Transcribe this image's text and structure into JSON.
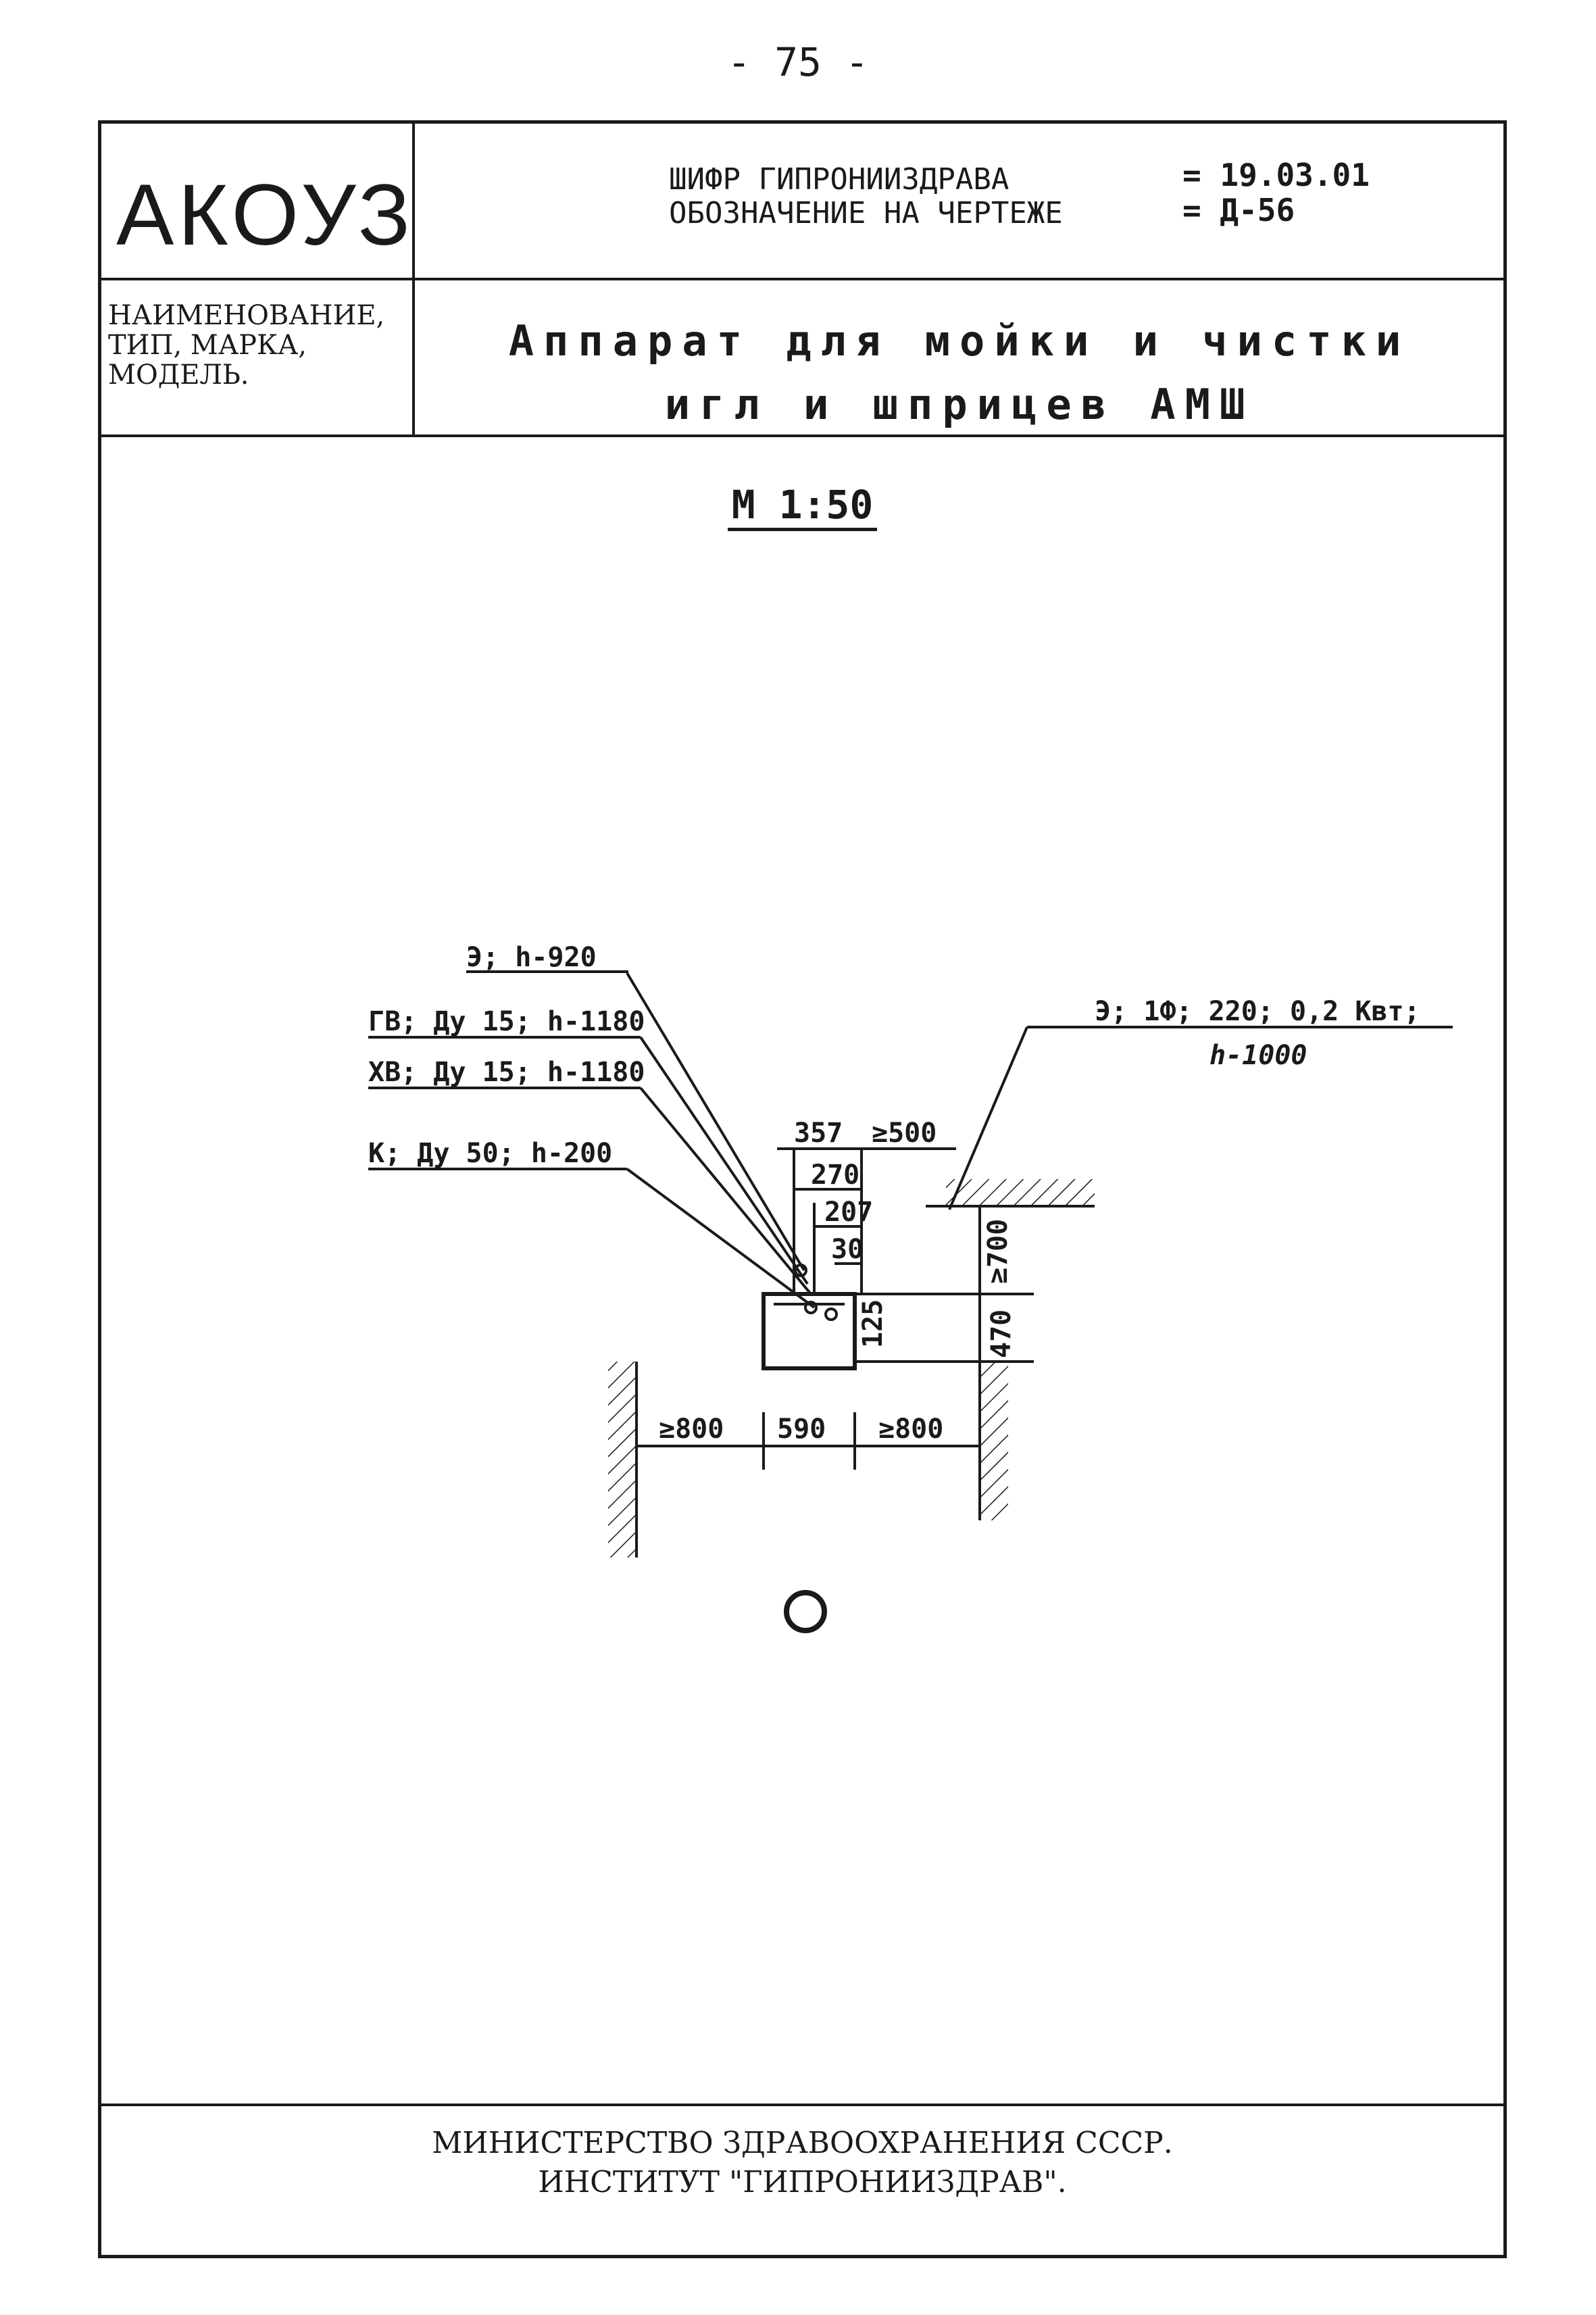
{
  "page": {
    "number": "- 75 -"
  },
  "header": {
    "brand": "АКОУЗ",
    "cipher_line1": "ШИФР ГИПРОНИИЗДРАВА",
    "cipher_line2": "ОБОЗНАЧЕНИЕ НА ЧЕРТЕЖЕ",
    "cipher_value1": "= 19.03.01",
    "cipher_value2": "= Д-56"
  },
  "naming": {
    "label_line1": "НАИМЕНОВАНИЕ,",
    "label_line2": "ТИП, МАРКА,",
    "label_line3": "МОДЕЛЬ.",
    "title_line1": "Аппарат для мойки и чистки",
    "title_line2": "игл и шприцев АМШ"
  },
  "drawing": {
    "scale": "М 1:50",
    "notes": {
      "electric": "Э; h-920",
      "hot_water": "ГВ; Ду 15; h-1180",
      "cold_water": "ХВ; Ду 15; h-1180",
      "sewer": "К; Ду 50; h-200",
      "power_line1": "Э; 1Ф; 220; 0,2 Квт;",
      "power_line2": "h-1000"
    },
    "dimensions": {
      "d357": "357",
      "d500": "≥500",
      "d270": "270",
      "d207": "207",
      "d30": "30",
      "d700": "≥700",
      "d470": "470",
      "d125": "125",
      "d800": "≥800",
      "d590": "590",
      "d800b": "≥800"
    }
  },
  "footer": {
    "line1": "МИНИСТЕРСТВО ЗДРАВООХРАНЕНИЯ СССР.",
    "line2": "ИНСТИТУТ \"ГИПРОНИИЗДРАВ\"."
  }
}
